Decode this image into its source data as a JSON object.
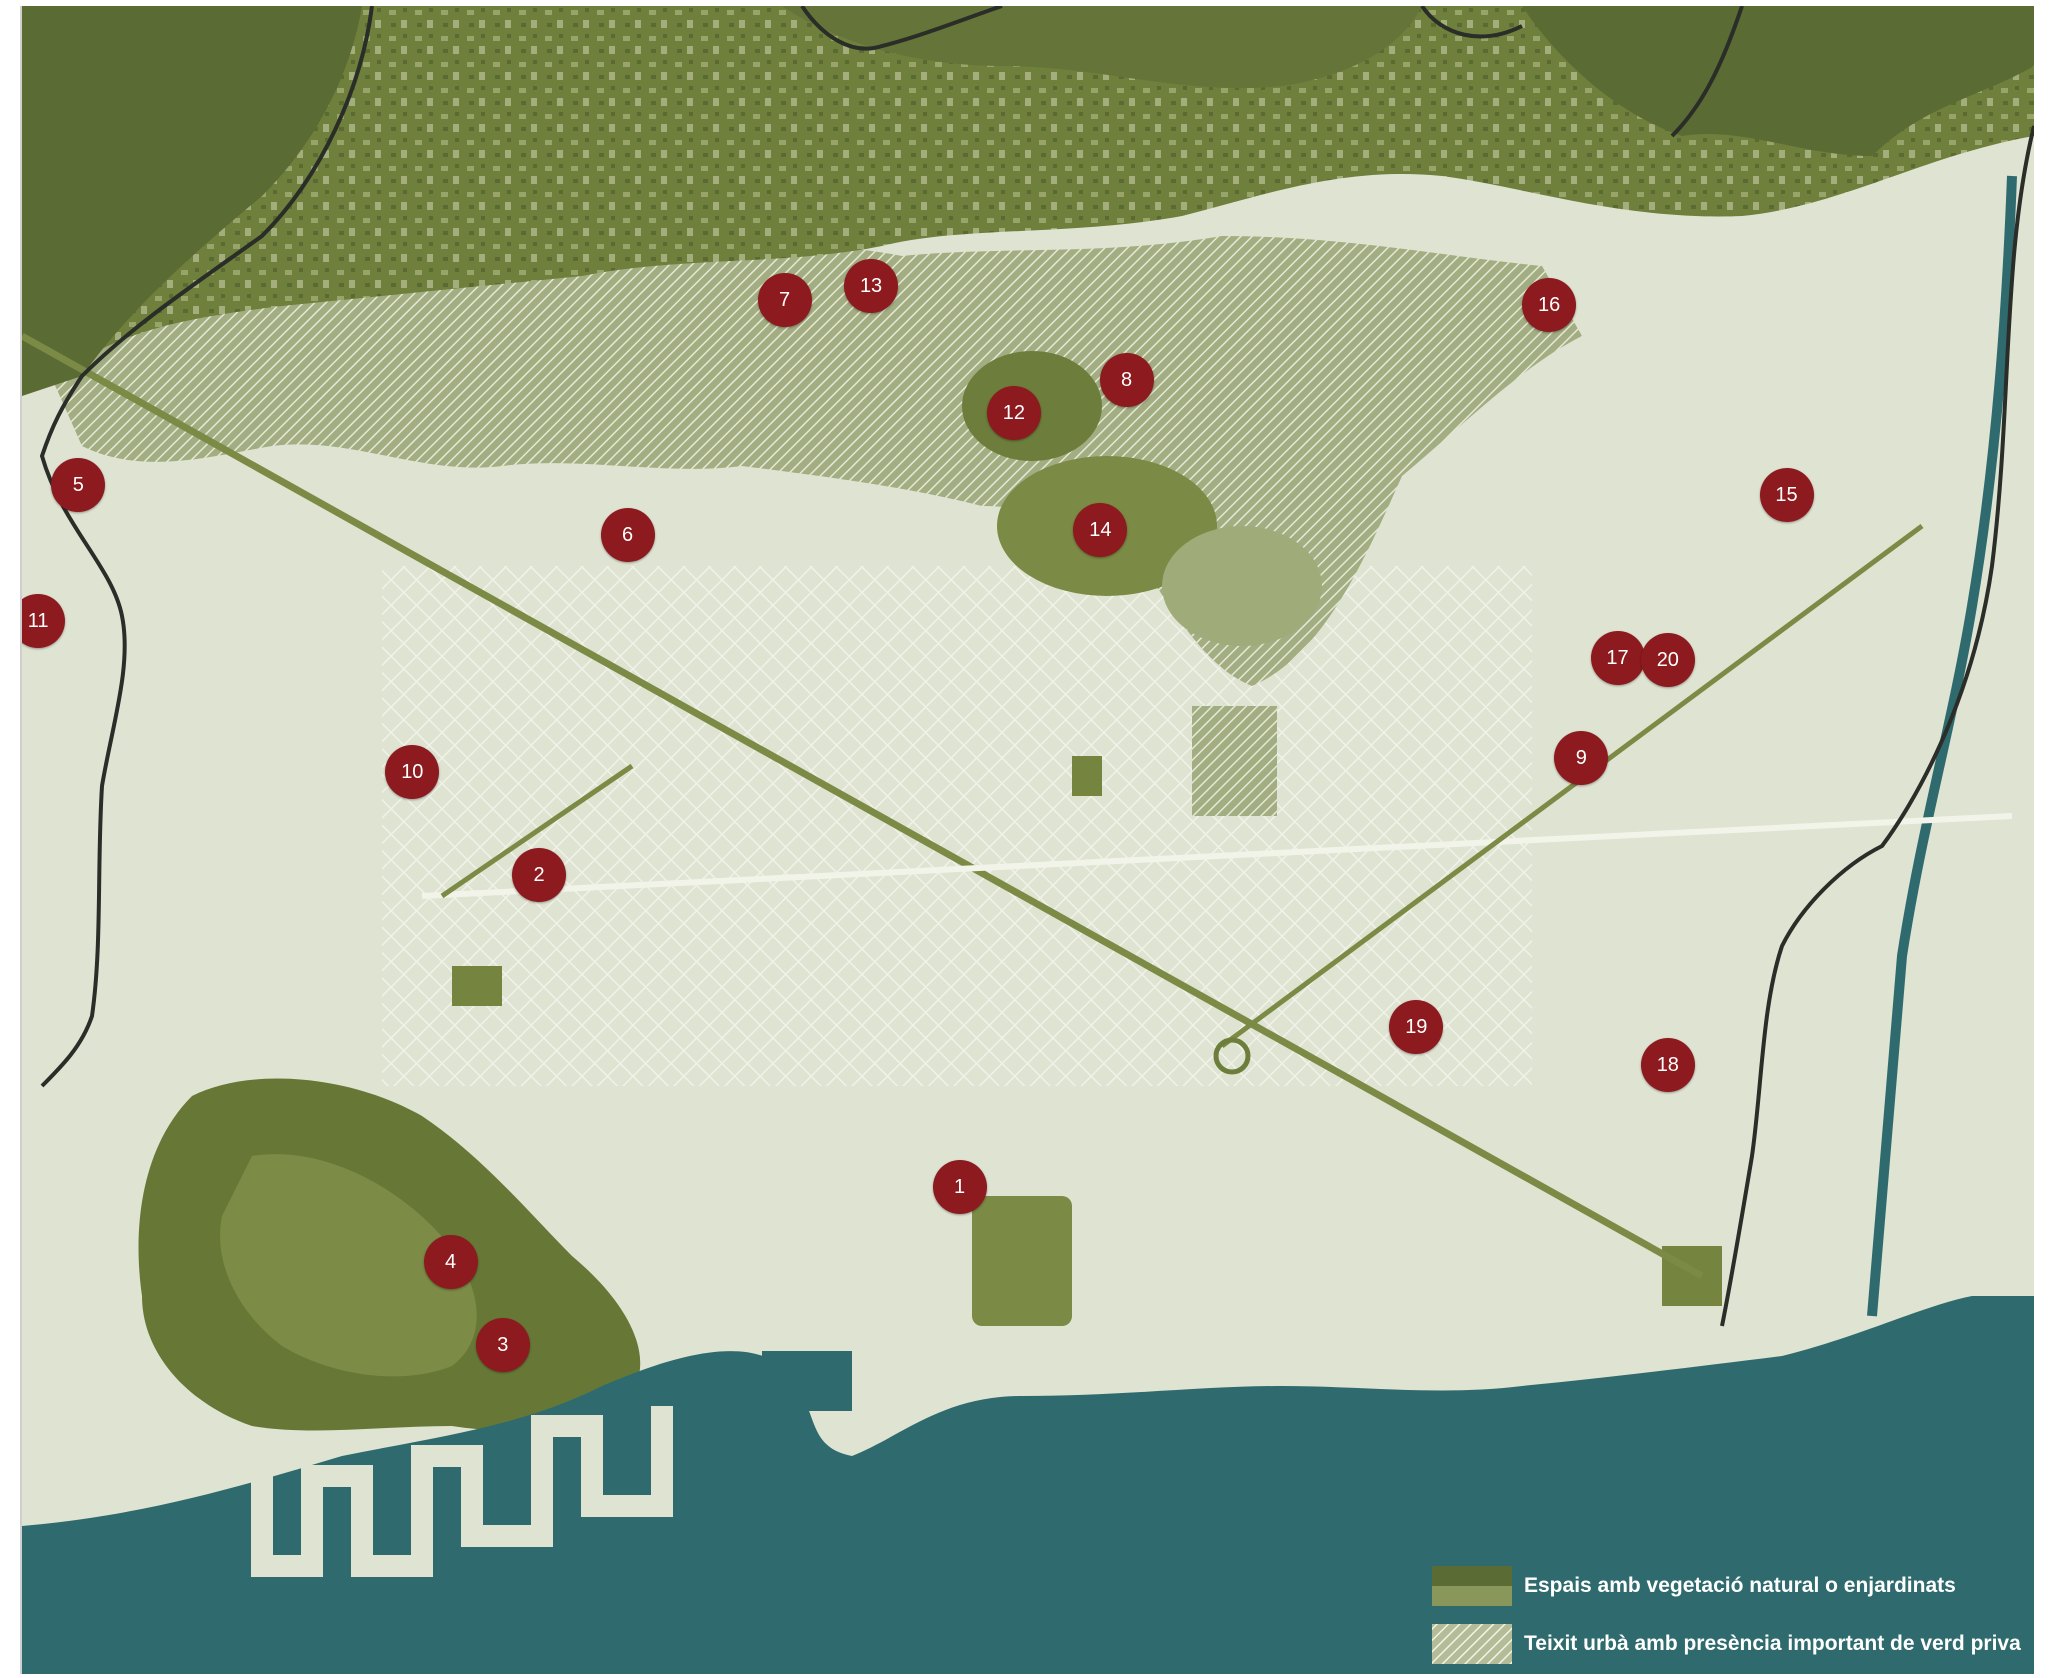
{
  "colors": {
    "sea": "#2f6b6e",
    "urban": "#dfe3d2",
    "mountain": "#5b6b34",
    "green_space": "#75853f",
    "light_green": "#97a467",
    "private_green": "#b9c19a",
    "marker": "#8c1a1e",
    "boundary": "#2a2d28"
  },
  "markers": [
    {
      "label": "1",
      "x": 0.466,
      "y": 0.708
    },
    {
      "label": "2",
      "x": 0.257,
      "y": 0.521
    },
    {
      "label": "3",
      "x": 0.239,
      "y": 0.803
    },
    {
      "label": "4",
      "x": 0.213,
      "y": 0.753
    },
    {
      "label": "5",
      "x": 0.028,
      "y": 0.287
    },
    {
      "label": "6",
      "x": 0.301,
      "y": 0.317
    },
    {
      "label": "7",
      "x": 0.379,
      "y": 0.176
    },
    {
      "label": "8",
      "x": 0.549,
      "y": 0.224
    },
    {
      "label": "9",
      "x": 0.775,
      "y": 0.451
    },
    {
      "label": "10",
      "x": 0.194,
      "y": 0.459
    },
    {
      "label": "11",
      "x": 0.008,
      "y": 0.369
    },
    {
      "label": "12",
      "x": 0.493,
      "y": 0.244
    },
    {
      "label": "13",
      "x": 0.422,
      "y": 0.168
    },
    {
      "label": "14",
      "x": 0.536,
      "y": 0.314
    },
    {
      "label": "15",
      "x": 0.877,
      "y": 0.293
    },
    {
      "label": "16",
      "x": 0.759,
      "y": 0.179
    },
    {
      "label": "17",
      "x": 0.793,
      "y": 0.391
    },
    {
      "label": "18",
      "x": 0.818,
      "y": 0.635
    },
    {
      "label": "19",
      "x": 0.693,
      "y": 0.612
    },
    {
      "label": "20",
      "x": 0.818,
      "y": 0.392
    }
  ],
  "legend": {
    "items": [
      {
        "label": "Espais amb vegetació natural o enjardinats",
        "swatch": "solid"
      },
      {
        "label": "Teixit urbà amb presència important de verd priva",
        "swatch": "hatched"
      }
    ]
  }
}
